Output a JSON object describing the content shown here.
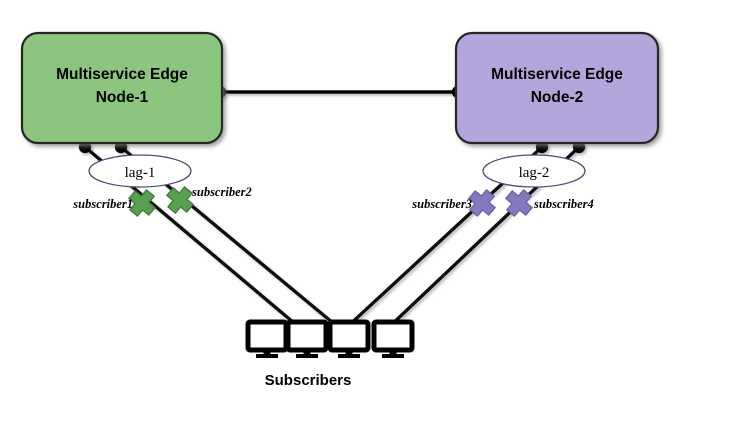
{
  "diagram": {
    "title": "Multiservice Edge Node subscriber topology",
    "background": "#ffffff"
  },
  "nodes": [
    {
      "id": "node1",
      "line1": "Multiservice Edge",
      "line2": "Node-1",
      "fill": "#8CC67E",
      "stroke": "#262626"
    },
    {
      "id": "node2",
      "line1": "Multiservice Edge",
      "line2": "Node-2",
      "fill": "#B4A5DC",
      "stroke": "#262626"
    }
  ],
  "lags": [
    {
      "id": "lag1",
      "label": "lag-1",
      "fill": "#ffffff",
      "stroke": "#4A4A7A"
    },
    {
      "id": "lag2",
      "label": "lag-2",
      "fill": "#ffffff",
      "stroke": "#4A4A7A"
    }
  ],
  "subscribers": [
    {
      "id": "subscriber1",
      "label": "subscriber1",
      "marker": "x-mark-icon",
      "color": "#56A050"
    },
    {
      "id": "subscriber2",
      "label": "subscriber2",
      "marker": "x-mark-icon",
      "color": "#56A050"
    },
    {
      "id": "subscriber3",
      "label": "subscriber3",
      "marker": "x-mark-icon",
      "color": "#8578BE"
    },
    {
      "id": "subscriber4",
      "label": "subscriber4",
      "marker": "x-mark-icon",
      "color": "#8578BE"
    }
  ],
  "devices": {
    "group_label": "Subscribers",
    "count": 4,
    "icon": "monitor-icon",
    "color": "#000000"
  },
  "links": {
    "interconnect_color": "#000000",
    "access_color": "#1a1a1a"
  }
}
